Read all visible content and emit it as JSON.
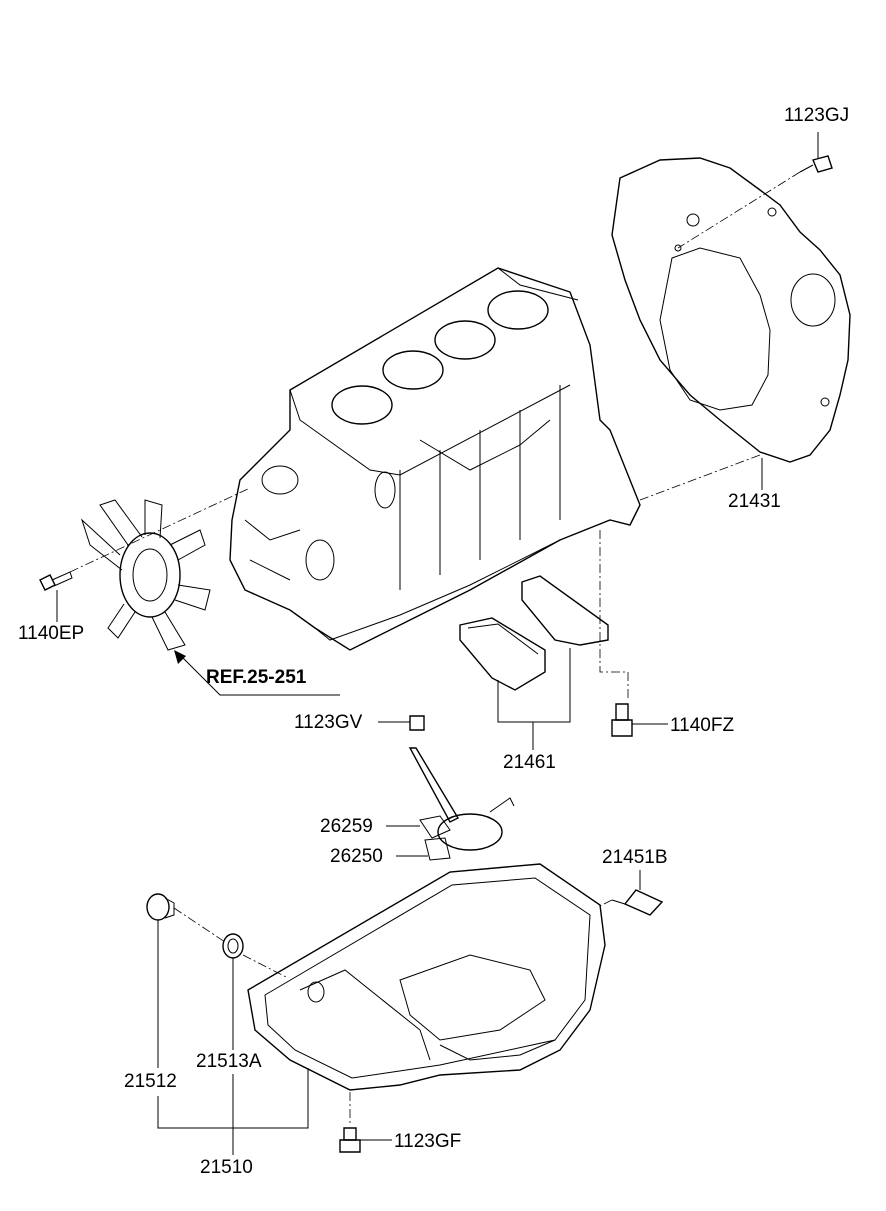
{
  "labels": {
    "p1123GJ": "1123GJ",
    "p21431": "21431",
    "p1140EP": "1140EP",
    "ref": "REF.25-251",
    "p1123GV": "1123GV",
    "p1140FZ": "1140FZ",
    "p21461": "21461",
    "p26259": "26259",
    "p26250": "26250",
    "p21451B": "21451B",
    "p21512": "21512",
    "p21513A": "21513A",
    "p21510": "21510",
    "p1123GF": "1123GF"
  },
  "colors": {
    "ink": "#000000",
    "paper": "#ffffff"
  }
}
